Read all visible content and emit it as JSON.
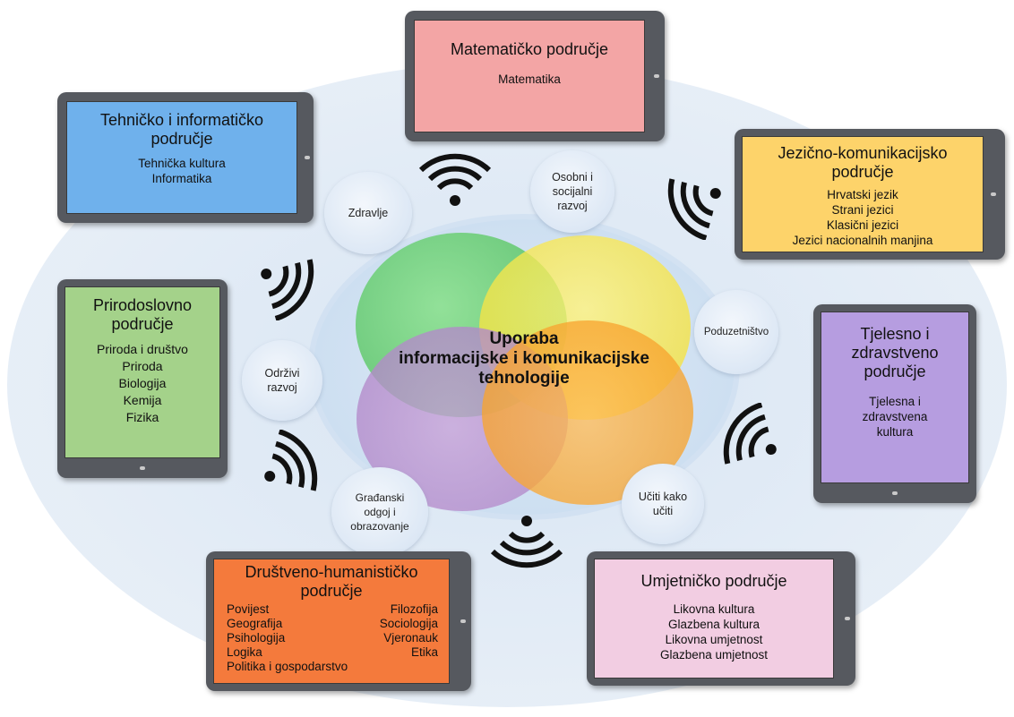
{
  "center": {
    "lines": [
      "Uporaba",
      "informacijske i komunikacijske",
      "tehnologije"
    ]
  },
  "areas": {
    "matematicko": {
      "title": [
        "Matematičko područje"
      ],
      "items": [
        "Matematika"
      ],
      "color": "#f3a5a5"
    },
    "tehnicko": {
      "title": [
        "Tehničko i informatičko",
        "područje"
      ],
      "items": [
        "Tehnička kultura",
        "Informatika"
      ],
      "color": "#6fb1ec"
    },
    "jezicno": {
      "title": [
        "Jezično-komunikacijsko",
        "područje"
      ],
      "items": [
        "Hrvatski jezik",
        "Strani jezici",
        "Klasični jezici",
        "Jezici nacionalnih manjina"
      ],
      "color": "#fdd36a"
    },
    "prirodoslovno": {
      "title": [
        "Prirodoslovno",
        "područje"
      ],
      "items": [
        "Priroda i društvo",
        "Priroda",
        "Biologija",
        "Kemija",
        "Fizika"
      ],
      "color": "#a4d28a"
    },
    "tjelesno": {
      "title": [
        "Tjelesno i",
        "zdravstveno",
        "područje"
      ],
      "items": [
        "Tjelesna i",
        "zdravstvena",
        "kultura"
      ],
      "color": "#b69de0"
    },
    "drustveno": {
      "title": [
        "Društveno-humanističko",
        "područje"
      ],
      "items_left": [
        "Povijest",
        "Geografija",
        "Psihologija",
        "Logika",
        "Politika i gospodarstvo"
      ],
      "items_right": [
        "Filozofija",
        "Sociologija",
        "Vjeronauk",
        "Etika"
      ],
      "color": "#f47a3c"
    },
    "umjetnicko": {
      "title": [
        "Umjetničko područje"
      ],
      "items": [
        "Likovna kultura",
        "Glazbena kultura",
        "Likovna umjetnost",
        "Glazbena umjetnost"
      ],
      "color": "#f2cde2"
    }
  },
  "themes": {
    "zdravlje": [
      "Zdravlje"
    ],
    "osobni": [
      "Osobni i",
      "socijalni",
      "razvoj"
    ],
    "poduzetnistvo": [
      "Poduzetništvo"
    ],
    "odrzivi": [
      "Održivi",
      "razvoj"
    ],
    "gradanski": [
      "Građanski",
      "odgoj i",
      "obrazovanje"
    ],
    "uciti": [
      "Učiti kako",
      "učiti"
    ]
  },
  "colors": {
    "venn_green": "#3bb54a",
    "venn_yellow": "#f3dd2b",
    "venn_purple": "#a87bc2",
    "venn_orange": "#f59a1e",
    "tablet_frame": "#56595f",
    "background": "#e3ecf6"
  },
  "icons": [
    "wifi-signal-icon"
  ]
}
